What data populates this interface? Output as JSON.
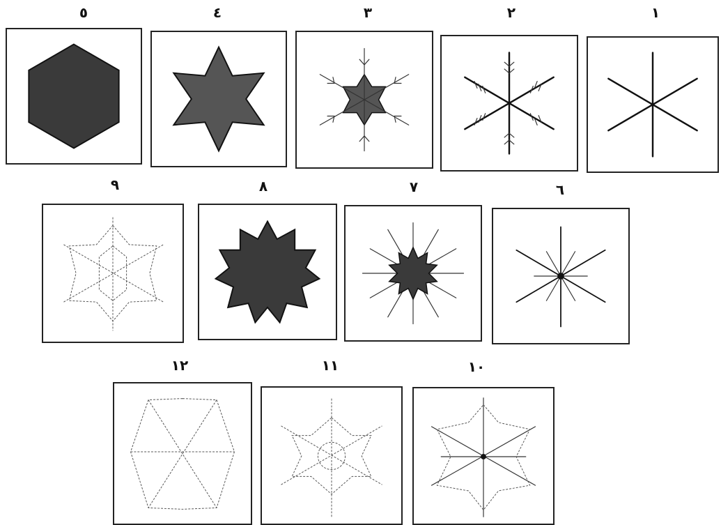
{
  "figure": {
    "panels": [
      {
        "id": "p1",
        "label": "١",
        "shape": "six-line-star"
      },
      {
        "id": "p2",
        "label": "٢",
        "shape": "six-line-star-with-barbs"
      },
      {
        "id": "p3",
        "label": "٣",
        "shape": "small-star-with-barbed-rays"
      },
      {
        "id": "p4",
        "label": "٤",
        "shape": "six-point-star"
      },
      {
        "id": "p5",
        "label": "٥",
        "shape": "hexagon"
      },
      {
        "id": "p6",
        "label": "٦",
        "shape": "twelve-line-star"
      },
      {
        "id": "p7",
        "label": "٧",
        "shape": "spiky-star-with-rays"
      },
      {
        "id": "p8",
        "label": "٨",
        "shape": "twelve-point-star"
      },
      {
        "id": "p9",
        "label": "٩",
        "shape": "outlined-dendrite-snowflake"
      },
      {
        "id": "p10",
        "label": "١٠",
        "shape": "fern-snowflake"
      },
      {
        "id": "p11",
        "label": "١١",
        "shape": "sectored-snowflake"
      },
      {
        "id": "p12",
        "label": "١٢",
        "shape": "hexagonal-plate-snowflake"
      }
    ],
    "colors": {
      "ink": "#111111",
      "fill": "#3a3a3a",
      "frame": "#222222"
    }
  }
}
